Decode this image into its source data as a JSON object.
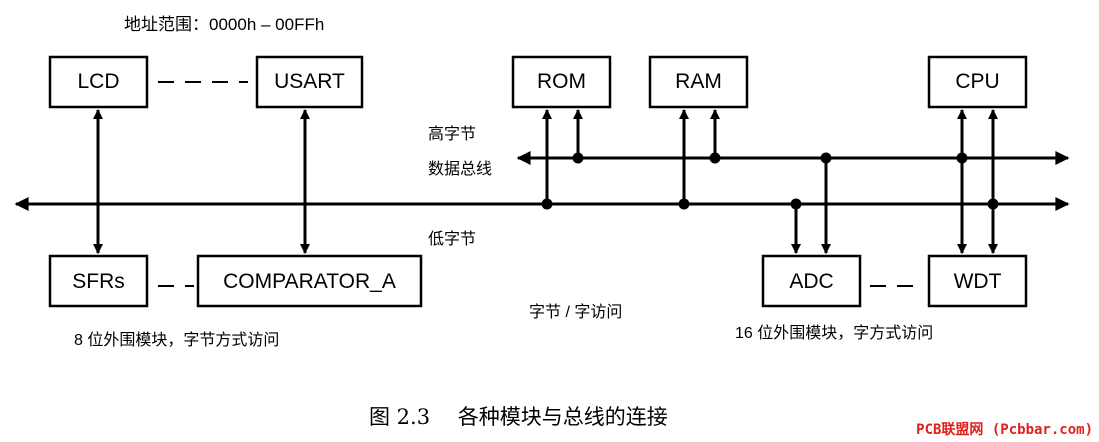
{
  "address_range": "地址范围：0000h – 00FFh",
  "bus_labels": {
    "high_byte": "高字节",
    "data_bus": "数据总线",
    "low_byte": "低字节"
  },
  "modules": {
    "lcd": "LCD",
    "usart": "USART",
    "rom": "ROM",
    "ram": "RAM",
    "cpu": "CPU",
    "sfrs": "SFRs",
    "comparator": "COMPARATOR_A",
    "adc": "ADC",
    "wdt": "WDT"
  },
  "notes": {
    "byte_access_8bit": "8 位外围模块，字节方式访问",
    "byte_word_access": "字节 / 字访问",
    "word_access_16bit": "16 位外围模块，字方式访问"
  },
  "caption": "图 2.3　 各种模块与总线的连接",
  "watermark": "PCB联盟网 (Pcbbar.com)",
  "colors": {
    "line": "#000000",
    "background": "#ffffff",
    "watermark": "#e0201b"
  }
}
